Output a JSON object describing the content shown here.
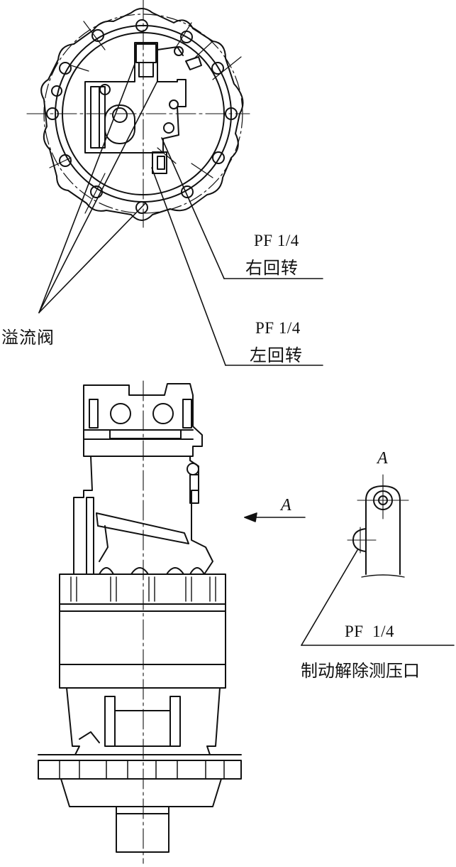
{
  "labels": {
    "right_rotation_port": "PF 1/4",
    "right_rotation_text": "右回转",
    "relief_valve_text": "溢流阀",
    "left_rotation_port": "PF 1/4",
    "left_rotation_text": "左回转",
    "view_arrow_label": "A",
    "view_detail_label": "A",
    "brake_port": "PF  1/4",
    "brake_text": "制动解除测压口"
  }
}
